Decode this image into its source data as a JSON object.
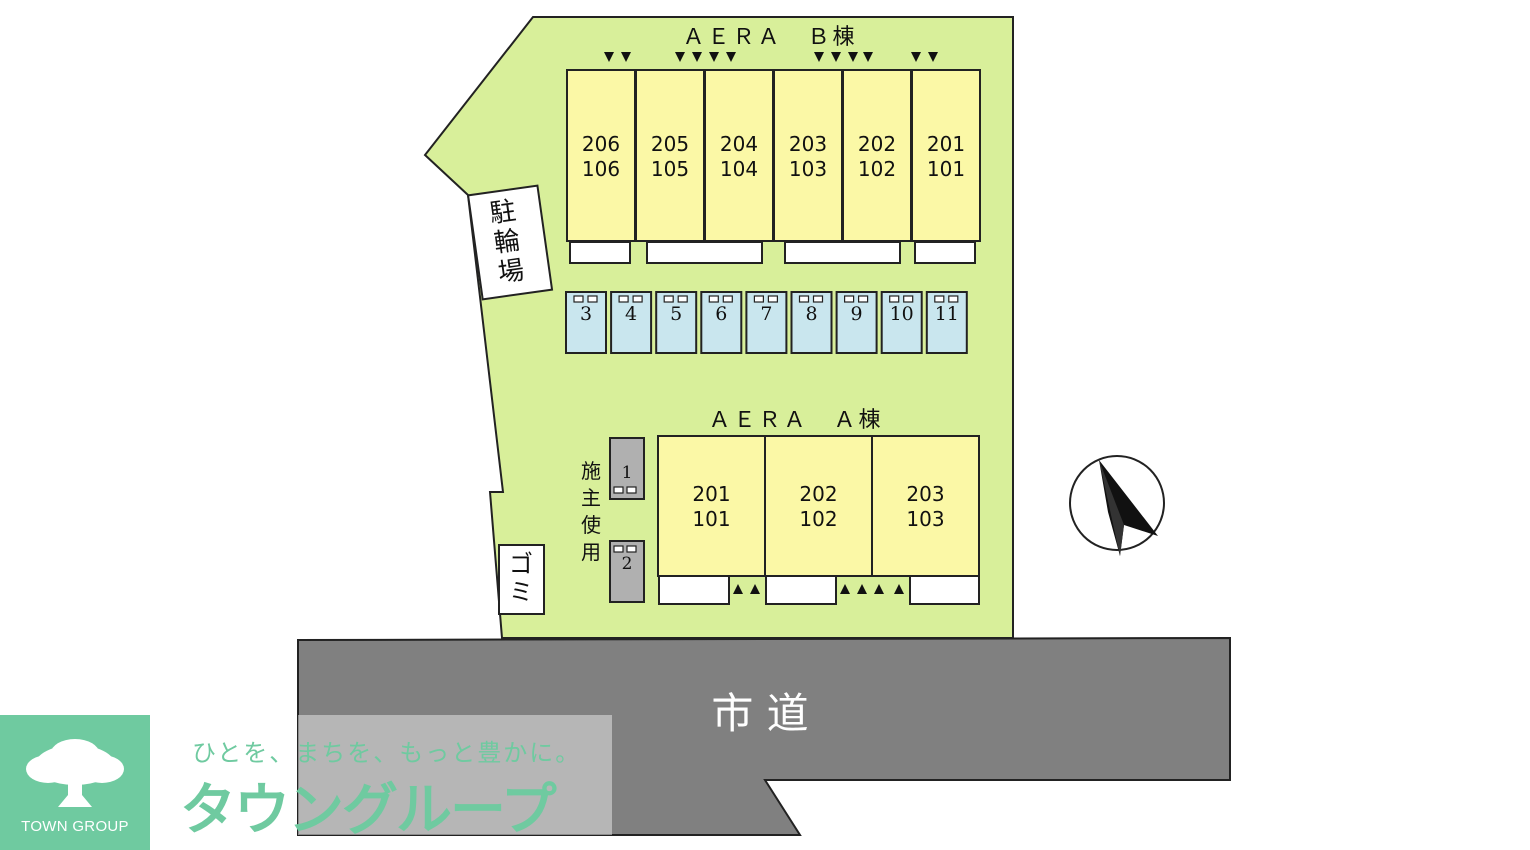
{
  "road": {
    "label": "市 道",
    "color": "#808080"
  },
  "site": {
    "color": "#d8ef9a"
  },
  "building_b": {
    "label": "ＡＥＲＡ　Ｂ棟",
    "units": [
      {
        "upper": "206",
        "lower": "106"
      },
      {
        "upper": "205",
        "lower": "105"
      },
      {
        "upper": "204",
        "lower": "104"
      },
      {
        "upper": "203",
        "lower": "103"
      },
      {
        "upper": "202",
        "lower": "102"
      },
      {
        "upper": "201",
        "lower": "101"
      }
    ]
  },
  "building_a": {
    "label": "ＡＥＲＡ　Ａ棟",
    "units": [
      {
        "upper": "201",
        "lower": "101"
      },
      {
        "upper": "202",
        "lower": "102"
      },
      {
        "upper": "203",
        "lower": "103"
      }
    ]
  },
  "parking": {
    "spaces": [
      "3",
      "4",
      "5",
      "6",
      "7",
      "8",
      "9",
      "10",
      "11"
    ],
    "owner_spaces": [
      "1",
      "2"
    ],
    "owner_label": "施主使用",
    "color": "#c9e6ee"
  },
  "bicycle_parking": {
    "label": "駐輪場"
  },
  "garbage": {
    "label": "ゴミ"
  },
  "unit_color": "#fbf8a6",
  "logo": {
    "name": "TOWN GROUP",
    "tagline": "ひとを、まちを、もっと豊かに。",
    "brand": "タウングループ",
    "color": "#6fcaa0"
  },
  "compass": {
    "icon": "north-arrow-icon"
  }
}
